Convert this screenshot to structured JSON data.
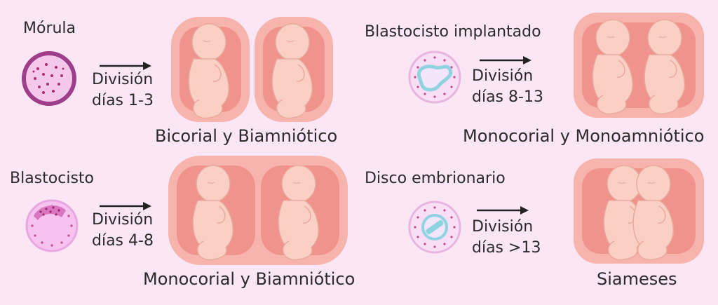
{
  "colors": {
    "background": "#fbe6f5",
    "uterus": "#f7b4ac",
    "sac": "#ef938c",
    "fetus": "#fbd0c4",
    "cell": "#9e3d8a",
    "dots": "#c24b88",
    "blue": "#8ed3df"
  },
  "panels": [
    {
      "stage": "Mórula",
      "division_label": "División",
      "days": "días 1-3",
      "result": "Bicorial y Biamniótico"
    },
    {
      "stage": "Blastocisto implantado",
      "division_label": "División",
      "days": "días 8-13",
      "result": "Monocorial y Monoamniótico"
    },
    {
      "stage": "Blastocisto",
      "division_label": "División",
      "days": "días 4-8",
      "result": "Monocorial y Biamniótico"
    },
    {
      "stage": "Disco embrionario",
      "division_label": "División",
      "days": "días >13",
      "result": "Siameses"
    }
  ]
}
